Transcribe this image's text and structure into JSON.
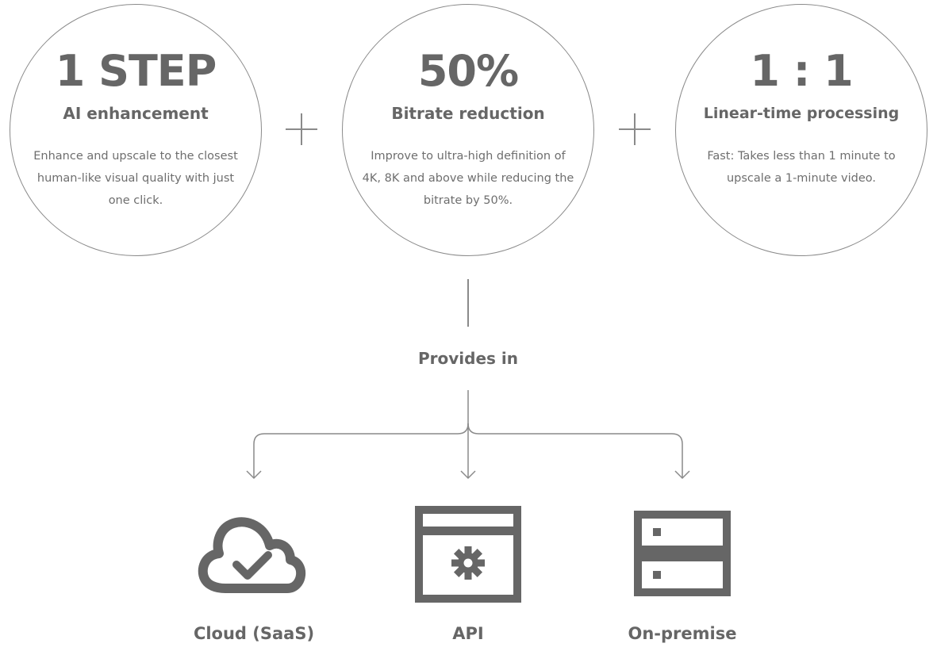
{
  "features": [
    {
      "headline": "1 STEP",
      "title": "AI enhancement",
      "description": "Enhance and upscale to the closest human-like visual quality with just one click."
    },
    {
      "headline": "50%",
      "title": "Bitrate reduction",
      "description": "Improve to ultra-high definition of 4K, 8K and above while reducing the bitrate by 50%."
    },
    {
      "headline": "1 : 1",
      "title": "Linear-time processing",
      "description": "Fast: Takes less than 1 minute to upscale a 1-minute video."
    }
  ],
  "provides_label": "Provides in",
  "options": [
    {
      "label": "Cloud (SaaS)",
      "icon": "cloud-check-icon"
    },
    {
      "label": "API",
      "icon": "browser-gear-icon"
    },
    {
      "label": "On-premise",
      "icon": "server-icon"
    }
  ],
  "colors": {
    "text": "#666666",
    "line": "#8a8a8a",
    "icon": "#666666"
  }
}
